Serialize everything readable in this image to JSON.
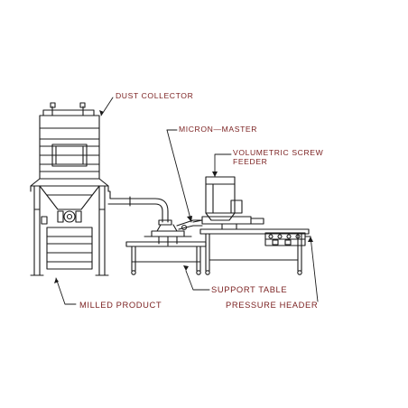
{
  "labels": {
    "dust_collector": "DUST COLLECTOR",
    "micron_master": "MICRON—MASTER",
    "volumetric_screw_feeder_line1": "VOLUMETRIC SCREW",
    "volumetric_screw_feeder_line2": "FEEDER",
    "support_table": "SUPPORT TABLE",
    "pressure_header": "PRESSURE HEADER",
    "milled_product": "MILLED PRODUCT"
  },
  "colors": {
    "line": "#1a1a1a",
    "label_text": "#7a1f1f"
  }
}
